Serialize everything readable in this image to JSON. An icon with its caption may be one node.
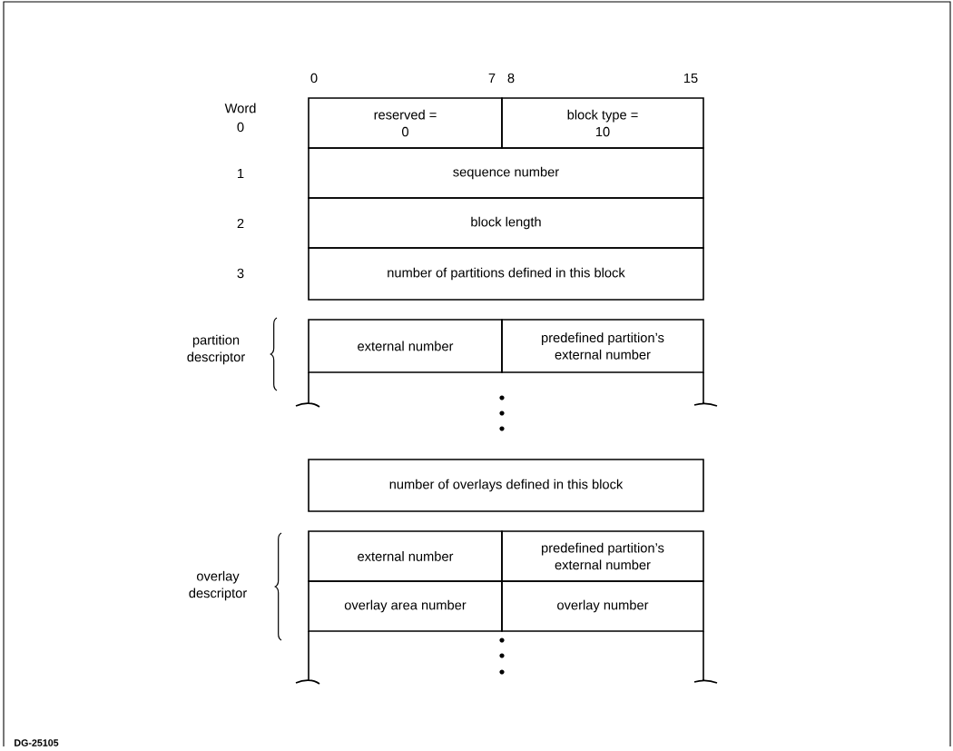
{
  "diagram": {
    "nodes": [
      {
        "text": [
          "reserved = 0"
        ]
      },
      {
        "text": [
          "block type = 10"
        ]
      },
      {
        "text": [
          "sequence number"
        ]
      },
      {
        "text": [
          "block length"
        ]
      },
      {
        "text": [
          "number of partitions defined in this block"
        ]
      },
      {
        "text": [
          "external number"
        ]
      },
      {
        "text": [
          "predefined partition’s external number"
        ]
      },
      {
        "text": [
          "number of overlays defined in this block"
        ]
      },
      {
        "text": [
          "external number"
        ]
      },
      {
        "text": [
          "predefined partition’s external number"
        ]
      },
      {
        "text": [
          "overlay area number"
        ]
      },
      {
        "text": [
          "overlay number"
        ]
      }
    ],
    "labels": [
      "0",
      "7",
      "8",
      "15",
      "Word",
      "0",
      "1",
      "2",
      "3",
      "partition descriptor",
      "overlay descriptor",
      "DG-25105"
    ]
  }
}
